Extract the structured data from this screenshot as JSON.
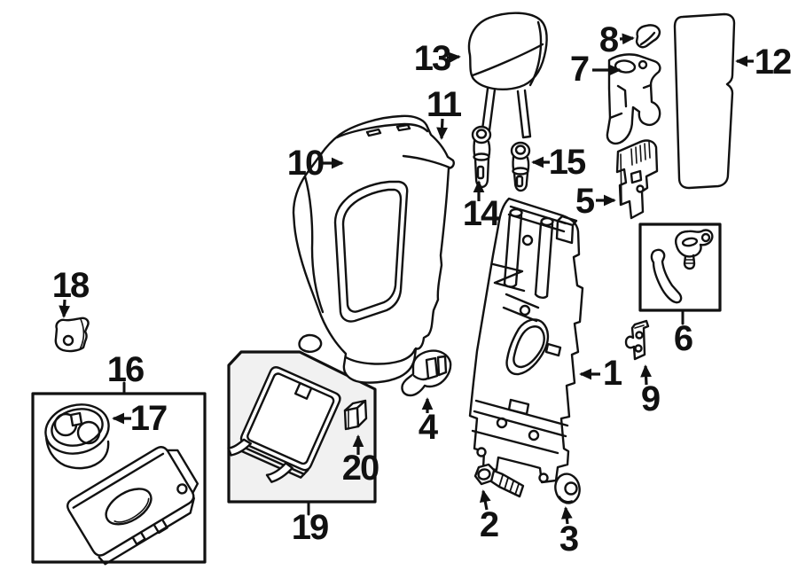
{
  "diagram": {
    "type": "exploded-parts-diagram",
    "background": "#ffffff",
    "line_color": "#111111",
    "box_fill": "#ffffff",
    "shaded_box_fill": "#f1f1f1",
    "callouts": [
      "1",
      "2",
      "3",
      "4",
      "5",
      "6",
      "7",
      "8",
      "9",
      "10",
      "11",
      "12",
      "13",
      "14",
      "15",
      "16",
      "17",
      "18",
      "19",
      "20"
    ]
  }
}
